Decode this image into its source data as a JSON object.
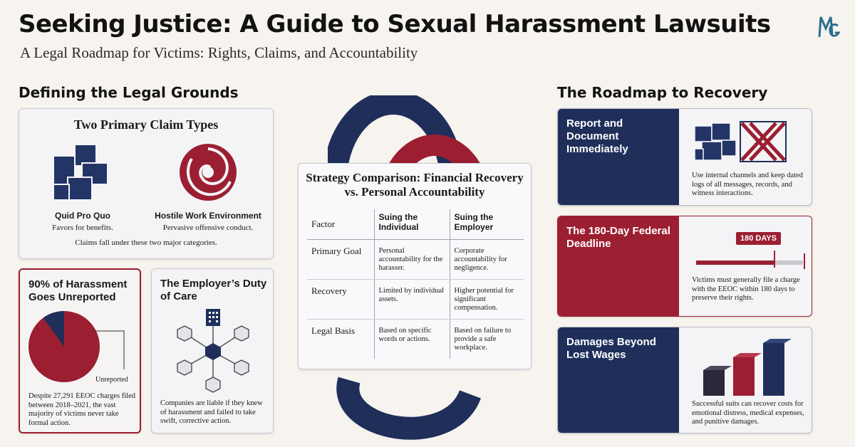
{
  "header": {
    "title": "Seeking Justice: A Guide to Sexual Harassment Lawsuits",
    "subtitle": "A Legal Roadmap for Victims: Rights, Claims, and Accountability",
    "logo_text": "MG"
  },
  "left": {
    "heading": "Defining the Legal Grounds",
    "claims": {
      "title": "Two Primary Claim Types",
      "items": [
        {
          "name": "Quid Pro Quo",
          "desc": "Favors for benefits."
        },
        {
          "name": "Hostile Work Environment",
          "desc": "Pervasive offensive conduct."
        }
      ],
      "footer": "Claims fall under these two major categories."
    },
    "unreported": {
      "title": "90% of Harassment Goes Unreported",
      "pie_label": "Unreported",
      "unreported_percent": 90,
      "text": "Despite 27,291 EEOC charges filed between 2018–2021, the vast majority of victims never take formal action."
    },
    "duty": {
      "title": "The Employer’s Duty of Care",
      "text": "Companies are liable if they knew of harassment and failed to take swift, corrective action."
    }
  },
  "center": {
    "title": "Strategy Comparison: Financial Recovery vs. Personal Accountability",
    "headers": [
      "Factor",
      "Suing the Individual",
      "Suing the Employer"
    ],
    "rows": [
      [
        "Primary Goal",
        "Personal accountability for the harasser.",
        "Corporate accountability for negligence."
      ],
      [
        "Recovery",
        "Limited by individual assets.",
        "Higher potential for significant compensation."
      ],
      [
        "Legal Basis",
        "Based on specific words or actions.",
        "Based on failure to provide a safe workplace."
      ]
    ]
  },
  "right": {
    "heading": "The Roadmap to Recovery",
    "steps": [
      {
        "title": "Report and Document Immediately",
        "text": "Use internal channels and keep dated logs of all messages, records, and witness interactions."
      },
      {
        "title": "The 180-Day Federal Deadline",
        "badge": "180 DAYS",
        "text": "Victims must generally file a charge with the EEOC within 180 days to preserve their rights."
      },
      {
        "title": "Damages Beyond Lost Wages",
        "text": "Successful suits can recover costs for emotional distress, medical expenses, and punitive damages."
      }
    ]
  },
  "colors": {
    "navy": "#1f2f5a",
    "crimson": "#9b1f31",
    "background": "#f7f3ee"
  }
}
